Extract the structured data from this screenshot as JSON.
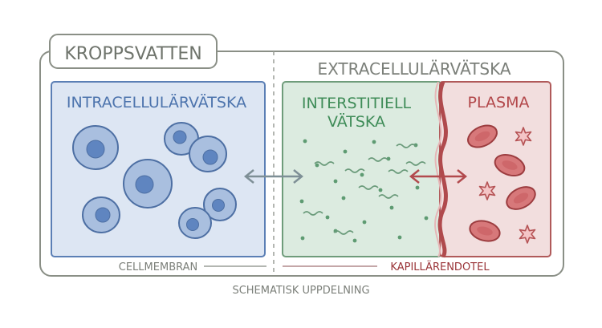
{
  "title": "KROPPSVATTEN",
  "compartments": {
    "intracellular": {
      "label": "INTRACELLULÄRVÄTSKA",
      "membrane_label": "CELLMEMBRAN"
    },
    "extracellular": {
      "label": "EXTRACELLULÄRVÄTSKA",
      "interstitial": {
        "label_line1": "INTERSTITIELL",
        "label_line2": "VÄTSKA"
      },
      "plasma": {
        "label": "PLASMA"
      },
      "endothelium_label": "KAPILLÄRENDOTEL"
    }
  },
  "caption": "SCHEMATISK UPPDELNING",
  "colors": {
    "frame": "#8a8f86",
    "title_text": "#6f746c",
    "intra_fill": "#dde6f3",
    "intra_stroke": "#5b7fb5",
    "intra_text": "#4d74ad",
    "cell_fill": "#a9bfdf",
    "cell_stroke": "#4d6fa3",
    "nucleus_fill": "#5f85c0",
    "inter_fill": "#dcebe0",
    "inter_stroke": "#6f9c7b",
    "inter_text": "#3f8c58",
    "plasma_fill": "#f2dede",
    "plasma_stroke": "#b05a5a",
    "plasma_text": "#b2474a",
    "rbc_fill": "#d7787a",
    "rbc_stroke": "#9c3c3f",
    "caption_text": "#7b7f79",
    "endothelium_text": "#9a3438",
    "membrane_text": "#7b7f79"
  },
  "icons": {
    "blood_cell": "red-blood-cell-icon",
    "platelet": "platelet-icon",
    "cell": "cell-icon",
    "particle": "particle-dot-icon",
    "double_arrow": "double-headed-arrow-icon"
  }
}
